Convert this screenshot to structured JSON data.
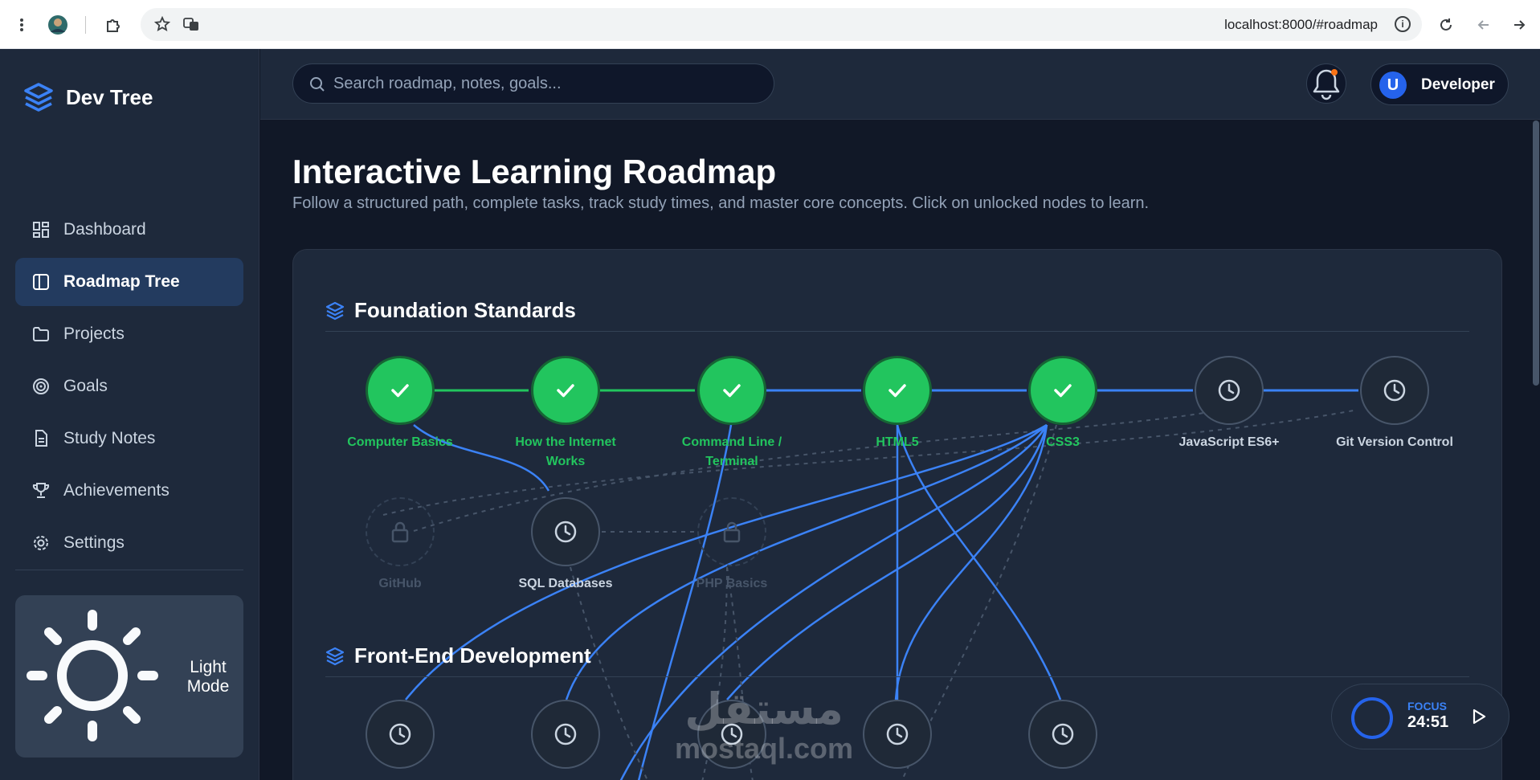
{
  "browser": {
    "url": "localhost:8000/#roadmap"
  },
  "sidebar": {
    "brand": "Dev Tree",
    "items": [
      {
        "label": "Dashboard",
        "icon": "dashboard-icon"
      },
      {
        "label": "Roadmap Tree",
        "icon": "roadmap-icon",
        "active": true
      },
      {
        "label": "Projects",
        "icon": "folder-icon"
      },
      {
        "label": "Goals",
        "icon": "target-icon"
      },
      {
        "label": "Study Notes",
        "icon": "note-icon"
      },
      {
        "label": "Achievements",
        "icon": "trophy-icon"
      },
      {
        "label": "Settings",
        "icon": "gear-icon"
      }
    ],
    "theme_toggle": {
      "label": "Light Mode",
      "icon": "sun-icon"
    }
  },
  "topbar": {
    "search_placeholder": "Search roadmap, notes, goals...",
    "avatar_letter": "U",
    "user_name": "Developer"
  },
  "main": {
    "title": "Interactive Learning Roadmap",
    "subtitle": "Follow a structured path, complete tasks, track study times, and master core concepts. Click on unlocked nodes to learn."
  },
  "roadmap": {
    "sections": [
      {
        "title": "Foundation Standards"
      },
      {
        "title": "Front-End Development"
      }
    ],
    "foundation_nodes": [
      {
        "label": "Computer Basics",
        "status": "done"
      },
      {
        "label": "How the Internet Works",
        "status": "done"
      },
      {
        "label": "Command Line / Terminal",
        "status": "done"
      },
      {
        "label": "HTML5",
        "status": "done"
      },
      {
        "label": "CSS3",
        "status": "done"
      },
      {
        "label": "JavaScript ES6+",
        "status": "available"
      },
      {
        "label": "Git Version Control",
        "status": "available"
      }
    ],
    "secondary_nodes": [
      {
        "label": "GitHub",
        "status": "locked"
      },
      {
        "label": "SQL Databases",
        "status": "available"
      },
      {
        "label": "PHP Basics",
        "status": "locked"
      }
    ],
    "frontend_nodes": [
      {
        "status": "available"
      },
      {
        "status": "available"
      },
      {
        "status": "available"
      },
      {
        "status": "available"
      },
      {
        "status": "available"
      }
    ]
  },
  "focus_timer": {
    "label": "FOCUS",
    "time": "24:51"
  },
  "watermark": {
    "arabic": "مستقل",
    "latin": "mostaql.com"
  },
  "colors": {
    "done": "#22c55e",
    "accent": "#2563eb",
    "bg": "#111827",
    "panel": "#1e293b"
  }
}
